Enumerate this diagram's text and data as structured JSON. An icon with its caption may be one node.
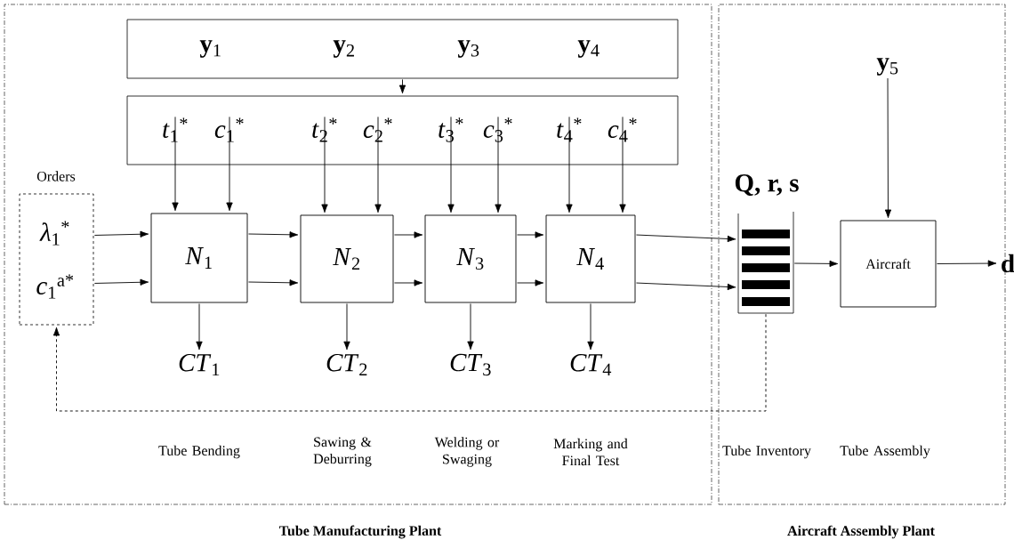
{
  "diagram": {
    "nodes": [
      {
        "text": [
          "Tube Manufacturing Plant"
        ]
      },
      {
        "text": [
          "Aircraft Assembly Plant"
        ]
      },
      {
        "text": [
          "**y**$_{1}$",
          "**y**$_{2}$",
          "**y**$_{3}$",
          "**y**$_{4}$"
        ],
        "in": 0
      },
      {
        "text": [
          "*t*$_{1}$$^{*}$",
          "*c*$_{1}$$^{*}$",
          "*t*$_{2}$$^{*}$",
          "*c*$_{2}$$^{*}$",
          "*t*$_{3}$$^{*}$",
          "*c*$_{3}$$^{*}$",
          "*t*$_{4}$$^{*}$",
          "*c*$_{4}$$^{*}$"
        ],
        "in": 0
      },
      {
        "text": [
          "Orders",
          "*λ*$_{1}$$^{*}$",
          "*c*$_{1}$$^{a*}$"
        ],
        "in": 0
      },
      {
        "text": [
          "*N*$_{1}$"
        ],
        "in": 0
      },
      {
        "text": [
          "*N*$_{2}$"
        ],
        "in": 0
      },
      {
        "text": [
          "*N*$_{3}$"
        ],
        "in": 0
      },
      {
        "text": [
          "*N*$_{4}$"
        ],
        "in": 0
      },
      {
        "text": [
          "*CT*$_{1}$"
        ],
        "in": 0
      },
      {
        "text": [
          "*CT*$_{2}$"
        ],
        "in": 0
      },
      {
        "text": [
          "*CT*$_{3}$"
        ],
        "in": 0
      },
      {
        "text": [
          "*CT*$_{4}$"
        ],
        "in": 0
      },
      {
        "text": [
          "Q, r, s"
        ],
        "in": 1
      },
      {
        "text": [
          "Aircraft"
        ],
        "in": 1
      },
      {
        "text": [
          "**y**$_{5}$"
        ],
        "in": 1
      },
      {
        "text": [
          "d"
        ]
      }
    ],
    "edges": [
      {
        "from": 2,
        "to": 3,
        "arrow": "to"
      },
      {
        "from": 3,
        "to": 5,
        "arrow": "to"
      },
      {
        "from": 3,
        "to": 5,
        "arrow": "to"
      },
      {
        "from": 3,
        "to": 6,
        "arrow": "to"
      },
      {
        "from": 3,
        "to": 6,
        "arrow": "to"
      },
      {
        "from": 3,
        "to": 7,
        "arrow": "to"
      },
      {
        "from": 3,
        "to": 7,
        "arrow": "to"
      },
      {
        "from": 3,
        "to": 8,
        "arrow": "to"
      },
      {
        "from": 3,
        "to": 8,
        "arrow": "to"
      },
      {
        "from": 4,
        "to": 5,
        "arrow": "to"
      },
      {
        "from": 4,
        "to": 5,
        "arrow": "to"
      },
      {
        "from": 5,
        "to": 6,
        "arrow": "to"
      },
      {
        "from": 5,
        "to": 6,
        "arrow": "to"
      },
      {
        "from": 6,
        "to": 7,
        "arrow": "to"
      },
      {
        "from": 6,
        "to": 7,
        "arrow": "to"
      },
      {
        "from": 7,
        "to": 8,
        "arrow": "to"
      },
      {
        "from": 7,
        "to": 8,
        "arrow": "to"
      },
      {
        "from": 8,
        "to": 13,
        "arrow": "to"
      },
      {
        "from": 8,
        "to": 13,
        "arrow": "to"
      },
      {
        "from": 5,
        "to": 9,
        "arrow": "to"
      },
      {
        "from": 6,
        "to": 10,
        "arrow": "to"
      },
      {
        "from": 7,
        "to": 11,
        "arrow": "to"
      },
      {
        "from": 8,
        "to": 12,
        "arrow": "to"
      },
      {
        "from": 13,
        "to": 14,
        "arrow": "to"
      },
      {
        "from": 15,
        "to": 14,
        "arrow": "to"
      },
      {
        "from": 14,
        "to": 16,
        "arrow": "to"
      },
      {
        "from": 13,
        "to": 4,
        "arrow": "to",
        "style": "dashed"
      }
    ],
    "labels": [
      "Tube Bending",
      "Sawing & Deburring",
      "Welding or Swaging",
      "Marking and Final Test",
      "Tube Inventory",
      "Tube Assembly"
    ]
  }
}
